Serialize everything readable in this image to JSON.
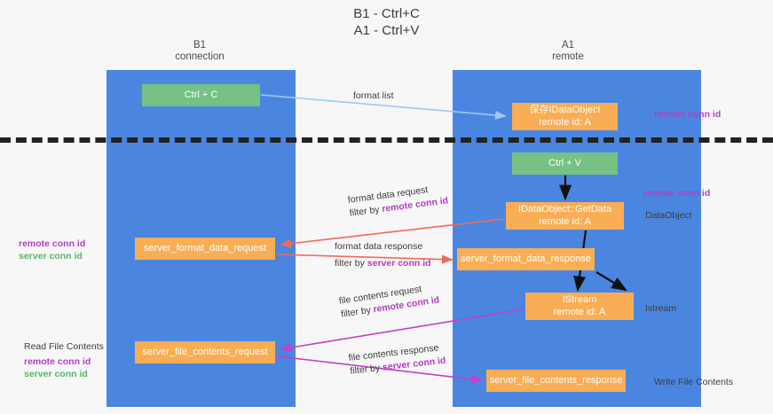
{
  "title": {
    "line1": "B1 - Ctrl+C",
    "line2": "A1 - Ctrl+V"
  },
  "columns": {
    "left": {
      "name": "B1",
      "role": "connection"
    },
    "right": {
      "name": "A1",
      "role": "remote"
    }
  },
  "colors": {
    "lane": "#4a86e0",
    "green_box": "#76c183",
    "orange_box": "#f9ad54",
    "divider": "#222222",
    "format_list_arrow": "#9ec9f0",
    "format_data_arrow": "#f26a5a",
    "file_contents_arrow": "#c83cc8",
    "remote_conn_id_text": "#b23ec2",
    "server_conn_id_text": "#59b36a",
    "plain_text": "#3c3c3c",
    "background": "#f7f7f7"
  },
  "boxes": {
    "ctrl_c": {
      "label": "Ctrl + C",
      "kind": "green"
    },
    "save_idataobject": {
      "line1": "保存IDataObject",
      "line2": "remote id: A",
      "kind": "orange"
    },
    "ctrl_v": {
      "label": "Ctrl + V",
      "kind": "green"
    },
    "getdata": {
      "line1": "IDataObject::GetData",
      "line2": "remote id: A",
      "kind": "orange"
    },
    "server_format_data_request": {
      "label": "server_format_data_request",
      "kind": "orange"
    },
    "server_format_data_response": {
      "label": "server_format_data_response",
      "kind": "orange"
    },
    "istream": {
      "line1": "IStream",
      "line2": "remote id: A",
      "kind": "orange"
    },
    "server_file_contents_request": {
      "label": "server_file_contents_request",
      "kind": "orange"
    },
    "server_file_contents_response": {
      "label": "server_file_contents_response",
      "kind": "orange"
    }
  },
  "edge_labels": {
    "format_list": "format list",
    "format_data_request": "format data request",
    "format_data_request_filter_prefix": "filter by ",
    "format_data_request_filter_key": "remote conn id",
    "format_data_response": "format data response",
    "format_data_response_filter_prefix": "filter by ",
    "format_data_response_filter_key": "server conn id",
    "file_contents_request": "file contents request",
    "file_contents_request_filter_prefix": "filter by ",
    "file_contents_request_filter_key": "remote conn id",
    "file_contents_response": "file contents response",
    "file_contents_response_filter_prefix": "filter by ",
    "file_contents_response_filter_key": "server conn id"
  },
  "annotations": {
    "right_remote_conn_id_top": "remote conn id",
    "right_remote_conn_id_mid": "remote conn id",
    "right_dataobject": "DataObject",
    "right_istream": "Istream",
    "right_write_file_contents": "Write File Contents",
    "left_remote_conn_id_mid": "remote conn id",
    "left_server_conn_id_mid": "server conn id",
    "left_read_file_contents": "Read File Contents",
    "left_remote_conn_id_bottom": "remote conn id",
    "left_server_conn_id_bottom": "server conn id"
  }
}
